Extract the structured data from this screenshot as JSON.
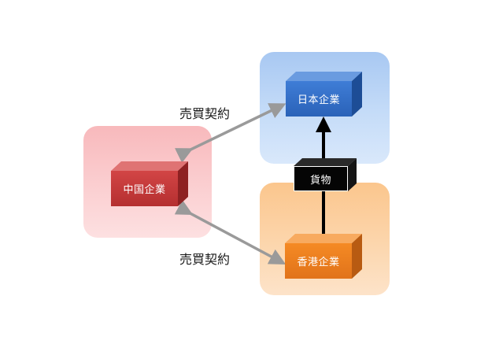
{
  "nodes": {
    "japan": {
      "label": "日本企業"
    },
    "china": {
      "label": "中国企業"
    },
    "hongkong": {
      "label": "香港企業"
    },
    "goods": {
      "label": "貨物"
    }
  },
  "edges": {
    "china_japan": {
      "label": "売買契約"
    },
    "china_hongkong": {
      "label": "売買契約"
    },
    "hongkong_japan": {
      "label": ""
    }
  },
  "colors": {
    "japan": "#2a62b8",
    "china": "#b52f30",
    "hongkong": "#e1731a",
    "goods": "#050505",
    "arrow_contract": "#9a9a9a",
    "arrow_goods": "#000000"
  }
}
